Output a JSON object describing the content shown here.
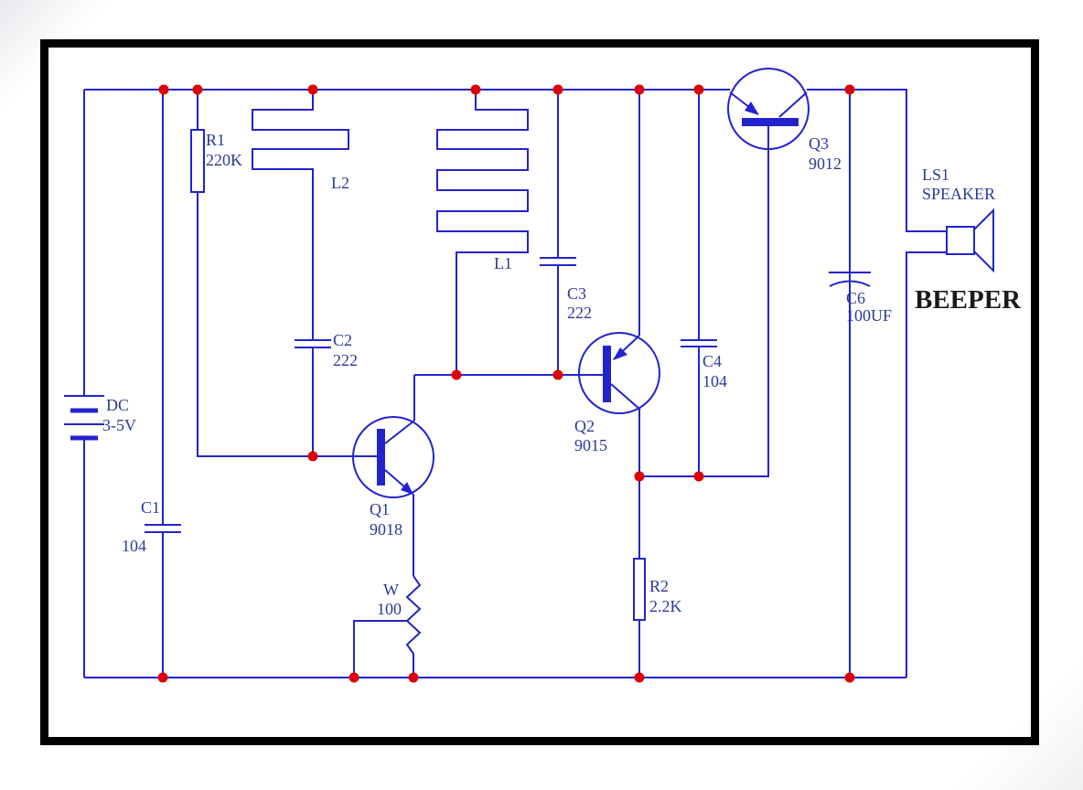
{
  "colors": {
    "wire": "#2323cd",
    "label": "#2b3a96",
    "junction": "#dd0000",
    "caption": "#1a1a1a",
    "frame": "#000000"
  },
  "components": {
    "battery": {
      "ref": "DC",
      "value": "3-5V"
    },
    "r1": {
      "ref": "R1",
      "value": "220K"
    },
    "c1": {
      "ref": "C1",
      "value": "104"
    },
    "l2": {
      "ref": "L2"
    },
    "c2": {
      "ref": "C2",
      "value": "222"
    },
    "l1": {
      "ref": "L1"
    },
    "c3": {
      "ref": "C3",
      "value": "222"
    },
    "q1": {
      "ref": "Q1",
      "value": "9018"
    },
    "w": {
      "ref": "W",
      "value": "100"
    },
    "q2": {
      "ref": "Q2",
      "value": "9015"
    },
    "r2": {
      "ref": "R2",
      "value": "2.2K"
    },
    "c4": {
      "ref": "C4",
      "value": "104"
    },
    "q3": {
      "ref": "Q3",
      "value": "9012"
    },
    "c6": {
      "ref": "C6",
      "value": "100UF"
    },
    "speaker": {
      "ref": "LS1",
      "value": "SPEAKER",
      "caption": "BEEPER"
    }
  }
}
